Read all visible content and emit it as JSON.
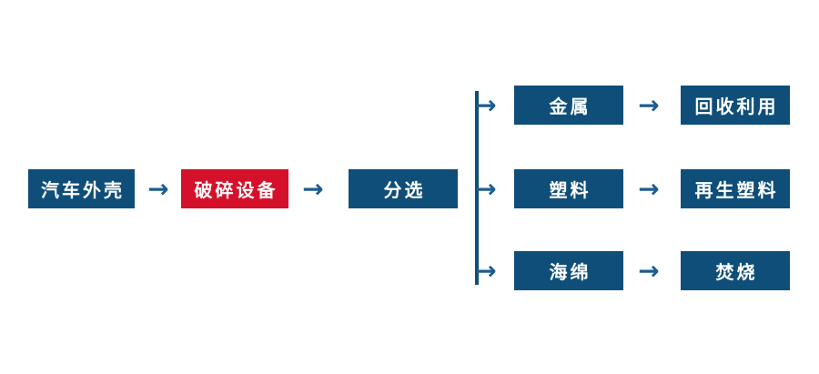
{
  "diagram": {
    "type": "flowchart",
    "description": "Automobile shell recycling process flow"
  },
  "nodes": {
    "car_shell": {
      "label": "汽车外壳"
    },
    "crusher": {
      "label": "破碎设备"
    },
    "sorting": {
      "label": "分选"
    },
    "metal": {
      "label": "金属"
    },
    "metal_result": {
      "label": "回收利用"
    },
    "plastic": {
      "label": "塑料"
    },
    "plastic_result": {
      "label": "再生塑料"
    },
    "sponge": {
      "label": "海绵"
    },
    "sponge_result": {
      "label": "焚烧"
    }
  },
  "icons": {
    "arrow_right": "→"
  },
  "colors": {
    "node_blue": "#0f4e79",
    "node_red": "#d5102a",
    "arrow_blue": "#1b5d92",
    "text": "#ffffff",
    "background": "#ffffff"
  }
}
